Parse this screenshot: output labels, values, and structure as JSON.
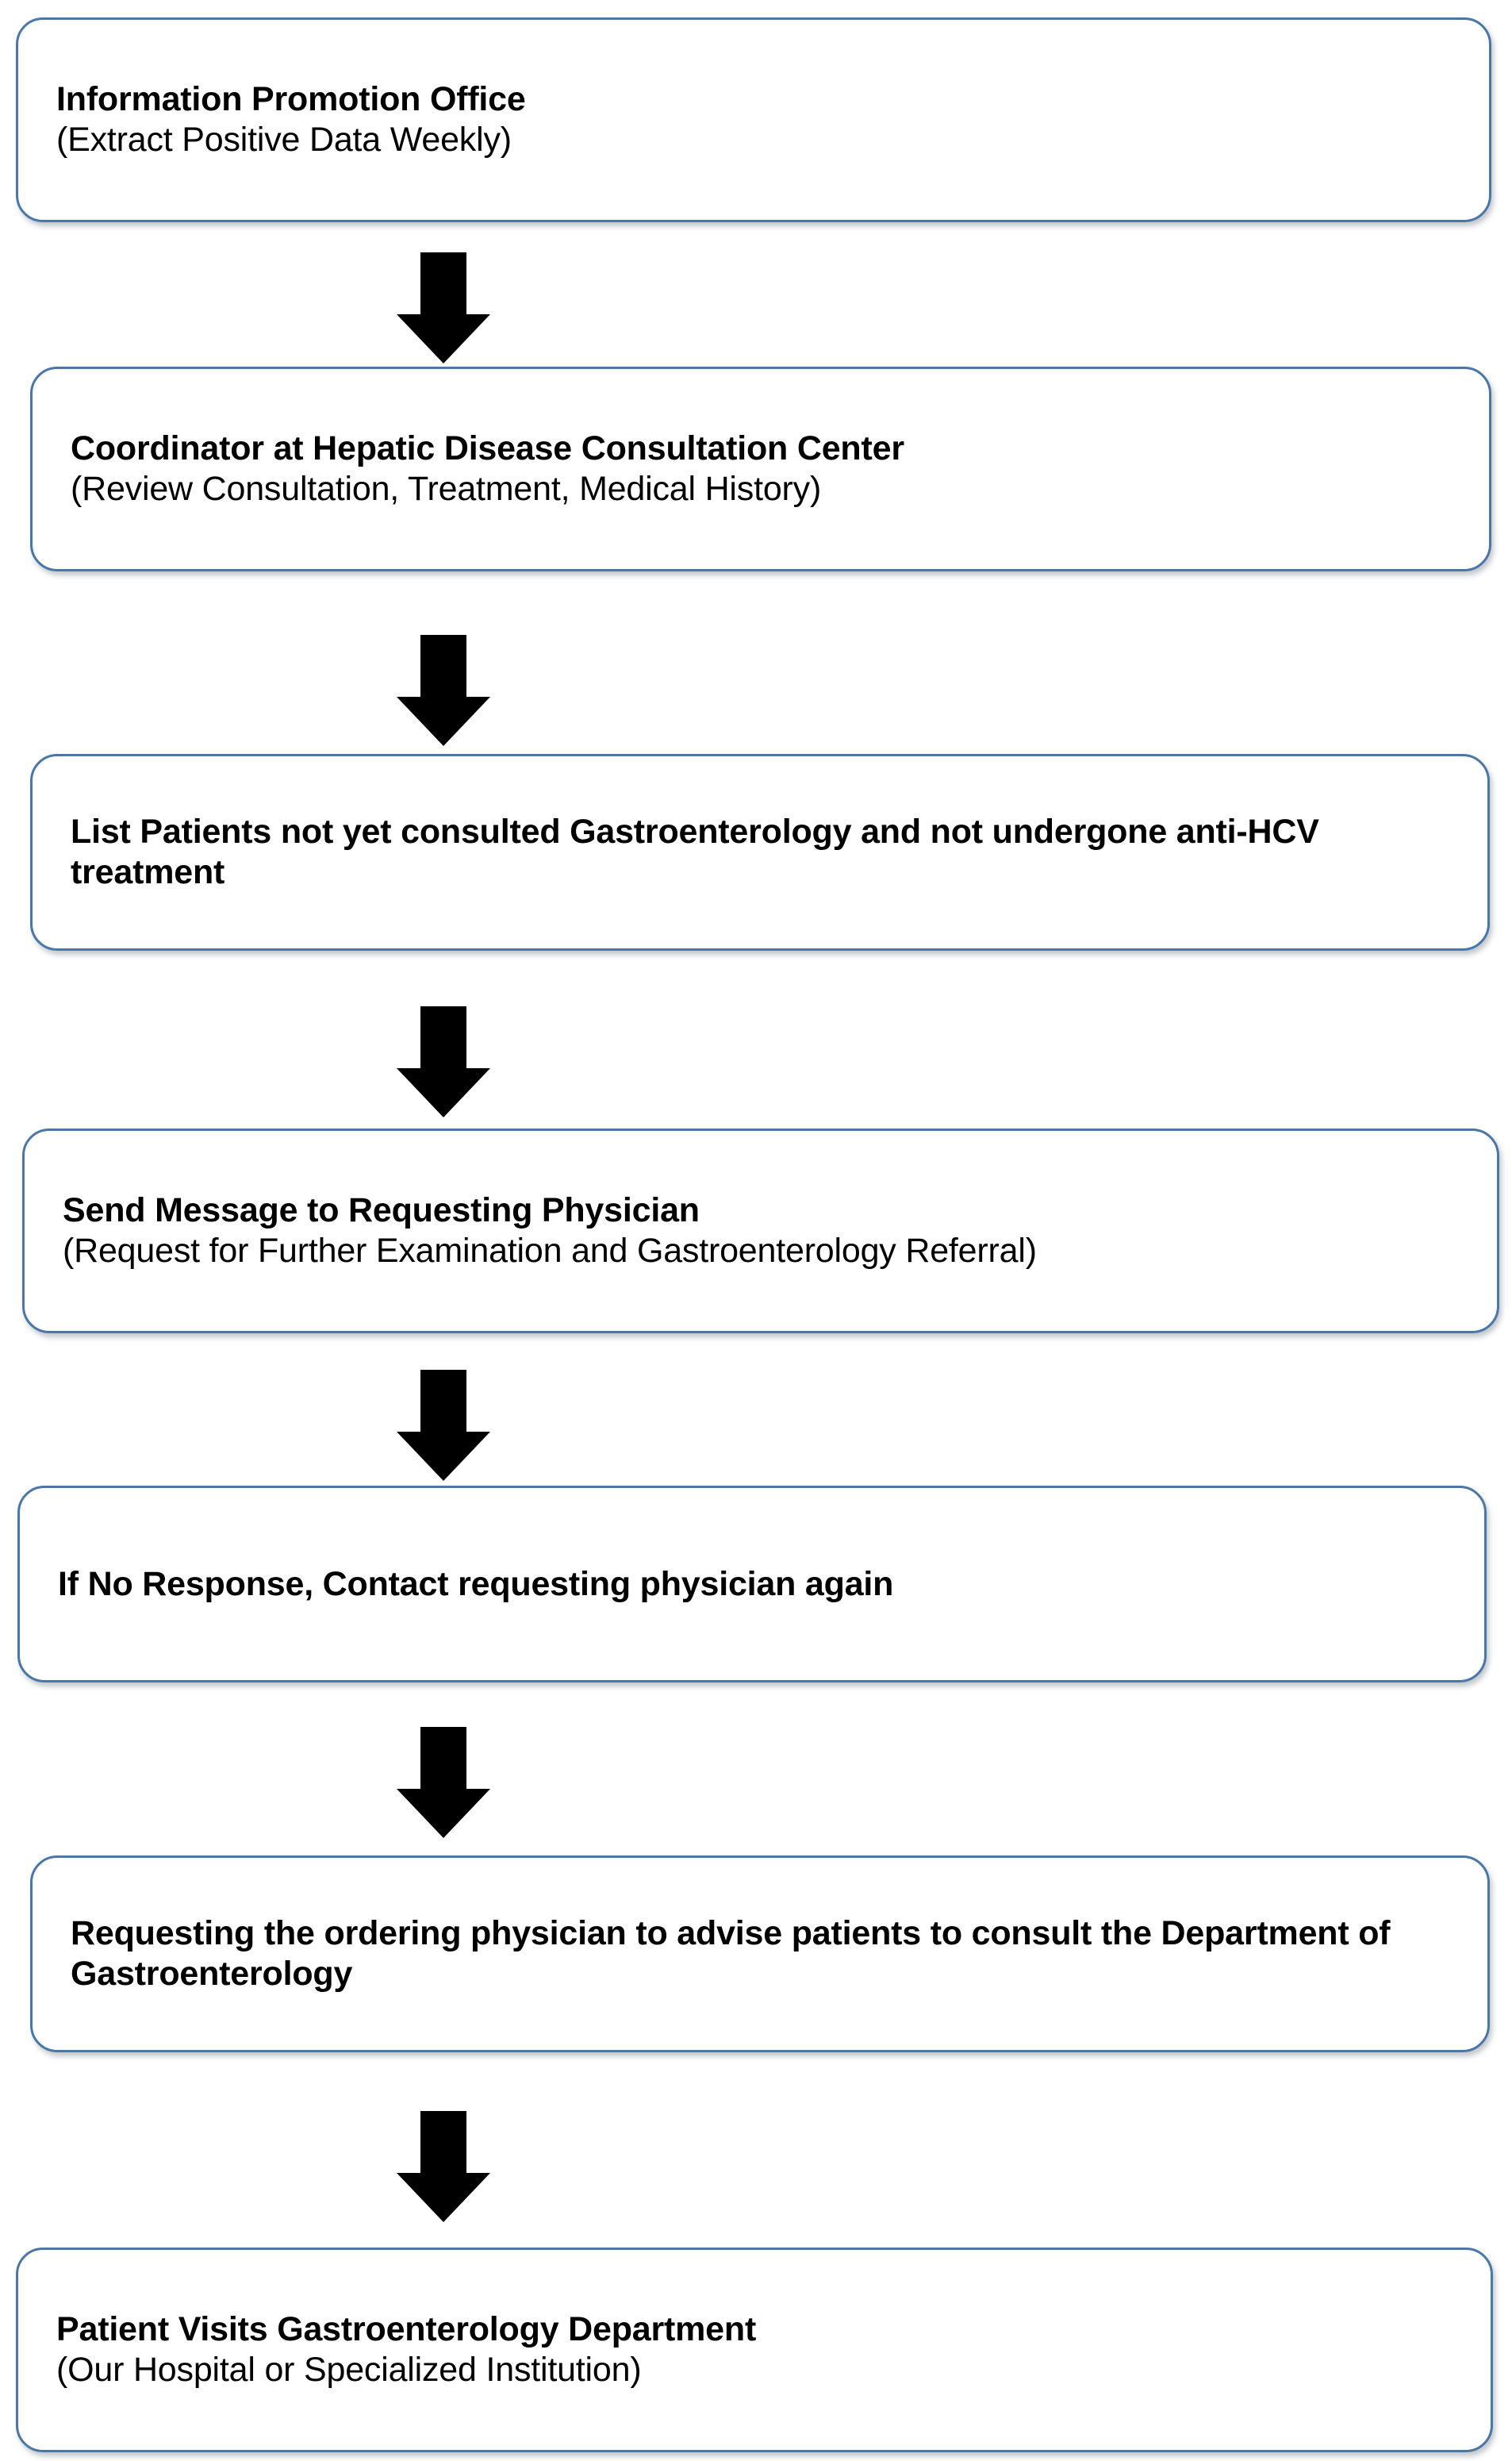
{
  "diagram": {
    "type": "flowchart",
    "orientation": "vertical-top-to-bottom",
    "title": "",
    "style": {
      "node_border_color": "#4a76a8",
      "node_fill_color": "#ffffff",
      "arrow_color": "#000000",
      "text_color": "#000000",
      "background_color": "#ffffff"
    },
    "nodes": [
      {
        "id": "node-1",
        "line1": "Information Promotion Office",
        "line2": "(Extract Positive Data Weekly)"
      },
      {
        "id": "node-2",
        "line1": "Coordinator at Hepatic Disease Consultation Center",
        "line2": "(Review Consultation, Treatment, Medical History)"
      },
      {
        "id": "node-3",
        "line1": "List Patients not yet consulted Gastroenterology and not undergone anti-HCV treatment",
        "line2": ""
      },
      {
        "id": "node-4",
        "line1": "Send Message to Requesting Physician",
        "line2": "(Request for Further Examination and Gastroenterology Referral)"
      },
      {
        "id": "node-5",
        "line1": "If No Response, Contact requesting physician again",
        "line2": ""
      },
      {
        "id": "node-6",
        "line1": "Requesting the ordering physician to advise patients to consult the Department of Gastroenterology",
        "line2": ""
      },
      {
        "id": "node-7",
        "line1": "Patient Visits Gastroenterology Department",
        "line2": "(Our Hospital or Specialized Institution)"
      }
    ],
    "connectors": [
      {
        "id": "arrow-1",
        "from": "node-1",
        "to": "node-2",
        "glyph": "down-arrow"
      },
      {
        "id": "arrow-2",
        "from": "node-2",
        "to": "node-3",
        "glyph": "down-arrow"
      },
      {
        "id": "arrow-3",
        "from": "node-3",
        "to": "node-4",
        "glyph": "down-arrow"
      },
      {
        "id": "arrow-4",
        "from": "node-4",
        "to": "node-5",
        "glyph": "down-arrow"
      },
      {
        "id": "arrow-5",
        "from": "node-5",
        "to": "node-6",
        "glyph": "down-arrow"
      },
      {
        "id": "arrow-6",
        "from": "node-6",
        "to": "node-7",
        "glyph": "down-arrow"
      }
    ]
  }
}
